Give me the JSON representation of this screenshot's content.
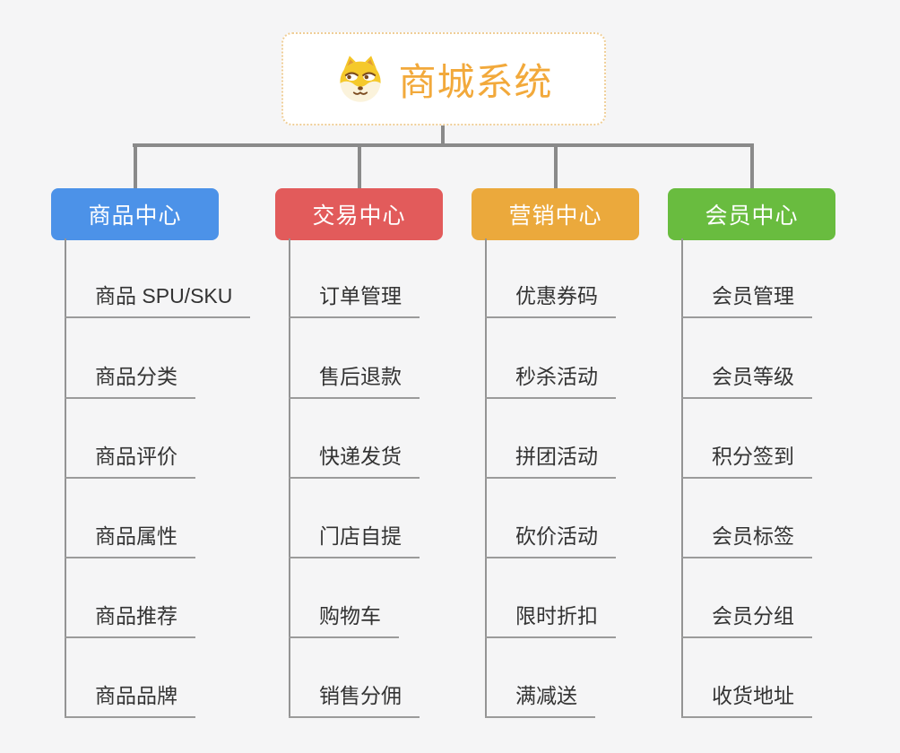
{
  "root": {
    "label": "商城系统",
    "icon": "doge-icon"
  },
  "branches": [
    {
      "label": "商品中心",
      "color": "#4c92e8",
      "items": [
        "商品 SPU/SKU",
        "商品分类",
        "商品评价",
        "商品属性",
        "商品推荐",
        "商品品牌"
      ]
    },
    {
      "label": "交易中心",
      "color": "#e25b5b",
      "items": [
        "订单管理",
        "售后退款",
        "快递发货",
        "门店自提",
        "购物车",
        "销售分佣"
      ]
    },
    {
      "label": "营销中心",
      "color": "#eba93c",
      "items": [
        "优惠券码",
        "秒杀活动",
        "拼团活动",
        "砍价活动",
        "限时折扣",
        "满减送"
      ]
    },
    {
      "label": "会员中心",
      "color": "#69bc3f",
      "items": [
        "会员管理",
        "会员等级",
        "积分签到",
        "会员标签",
        "会员分组",
        "收货地址"
      ]
    }
  ],
  "colors": {
    "background": "#f5f5f6",
    "root_text": "#f2a93b",
    "root_border": "#efce97",
    "connector_thick": "#8a8a8a",
    "connector_thin": "#949494",
    "leaf_text": "#333333",
    "leaf_underline": "#9b9b9b"
  }
}
